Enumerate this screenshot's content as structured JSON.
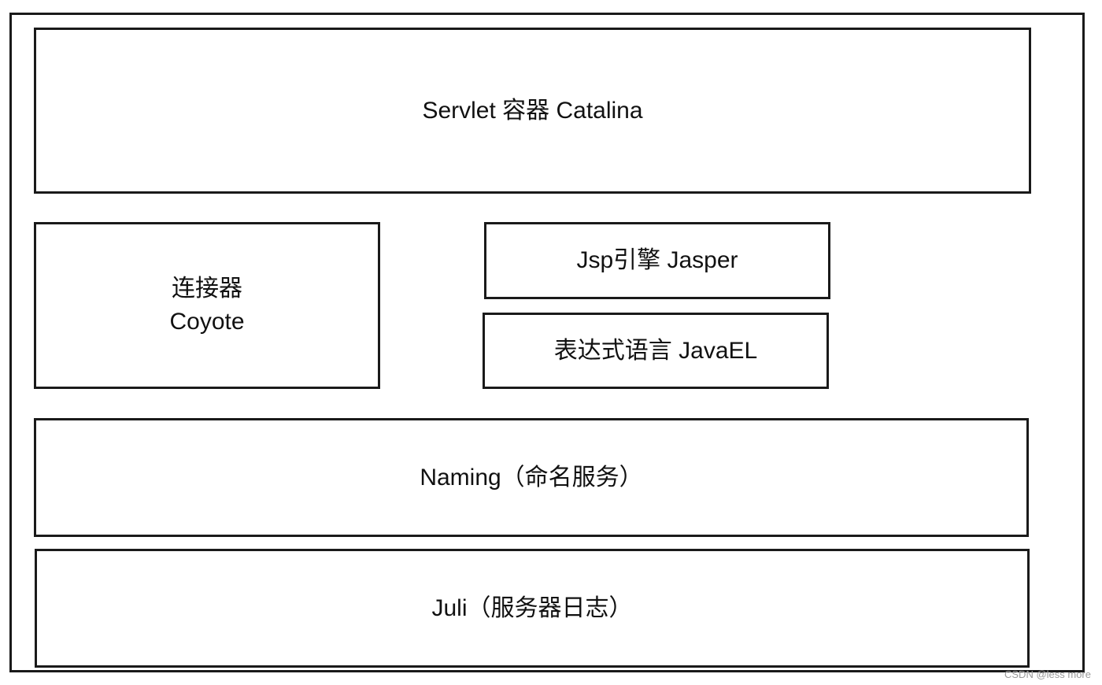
{
  "diagram": {
    "blocks": {
      "catalina": {
        "label": "Servlet 容器 Catalina"
      },
      "coyote": {
        "line1": "连接器",
        "line2": "Coyote"
      },
      "jasper": {
        "label": "Jsp引擎 Jasper"
      },
      "javael": {
        "label": "表达式语言 JavaEL"
      },
      "naming": {
        "label": "Naming（命名服务）"
      },
      "juli": {
        "label": "Juli（服务器日志）"
      }
    }
  },
  "watermark": "CSDN @less more"
}
